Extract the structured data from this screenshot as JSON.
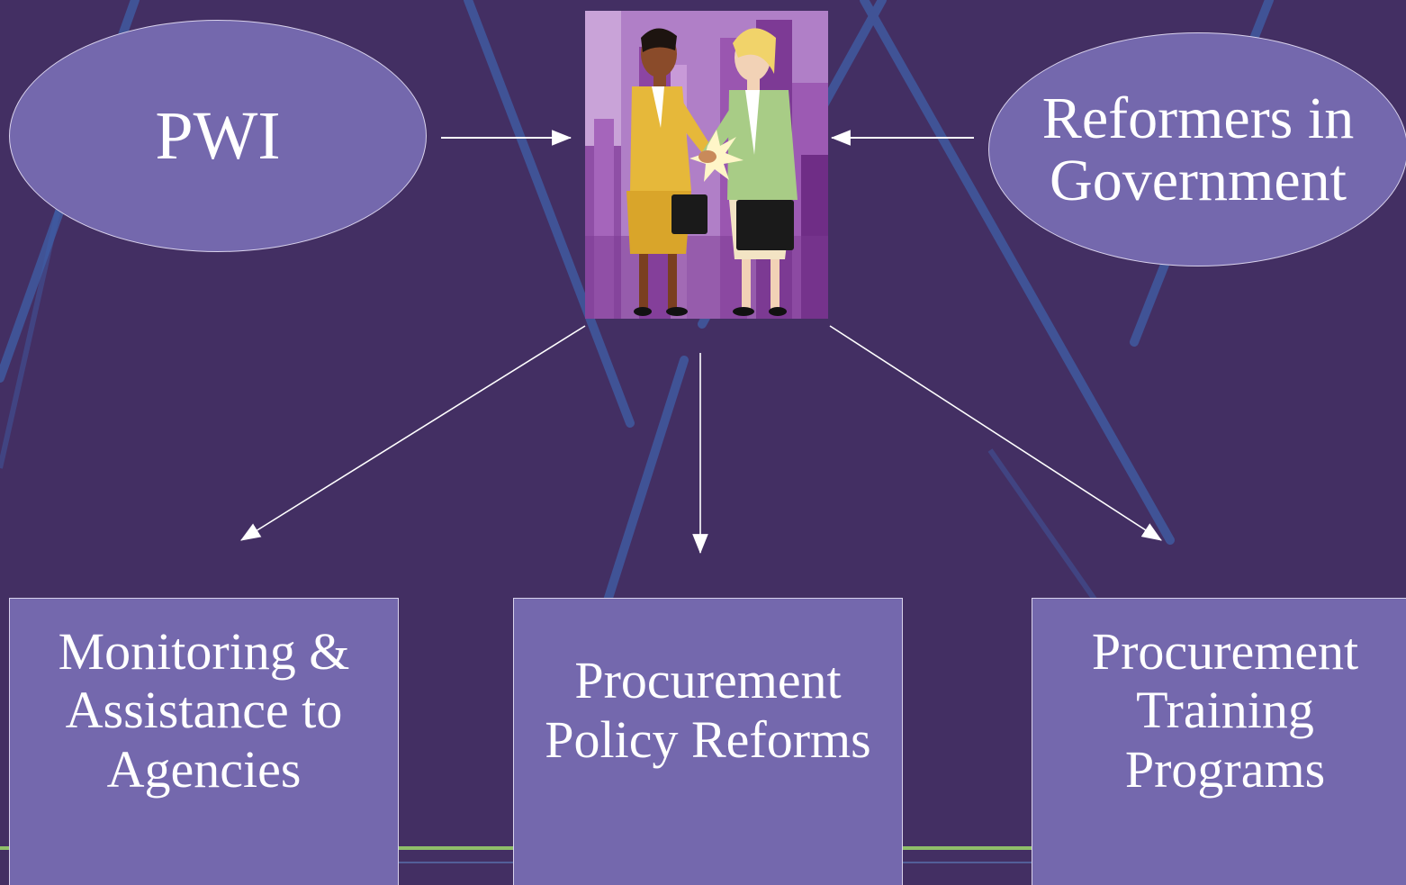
{
  "diagram": {
    "top_left_node": {
      "label": "PWI"
    },
    "top_right_node": {
      "label": "Reformers in Government"
    },
    "center_image": {
      "icon": "handshake-businesswomen-clipart"
    },
    "outcomes": [
      {
        "label": "Monitoring & Assistance to Agencies"
      },
      {
        "label": "Procurement Policy Reforms"
      },
      {
        "label": "Procurement Training Programs"
      }
    ]
  },
  "colors": {
    "background": "#432f63",
    "node_fill": "#7468ad",
    "node_border": "#d9d2ec",
    "arrow": "#ffffff",
    "text": "#ffffff"
  }
}
